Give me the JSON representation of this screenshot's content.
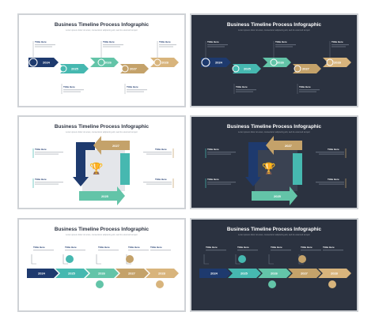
{
  "slide_title": "Business Timeline Process Infographic",
  "slide_subtitle": "Lorem ipsum dolor sit amet, consectetur adipiscing elit, sed do eiusmod tempor",
  "item_title": "Tittle Here",
  "years": [
    "2024",
    "2025",
    "2026",
    "2027",
    "2028"
  ],
  "colors": {
    "navy": "#1e3a6e",
    "teal": "#46b8b0",
    "mint": "#63c4a8",
    "gold": "#c4a26a",
    "tan": "#d8b47c",
    "dark_bg": "#2b3240",
    "frame": "#cfd2d6"
  }
}
